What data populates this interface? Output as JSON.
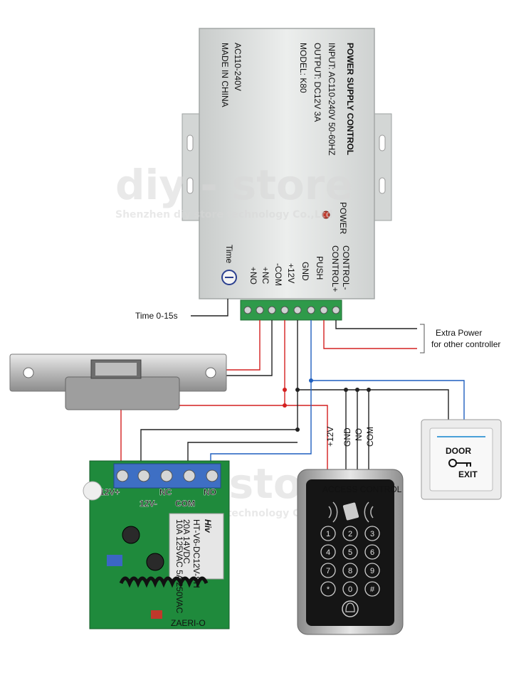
{
  "power_supply": {
    "title": "POWER SUPPLY CONTROL",
    "input": "INPUT: AC110-240V 50-60HZ",
    "output": "OUTPUT: DC12V 3A",
    "model": "MODEL: K80",
    "ac": "AC110-240V",
    "made_in": "MADE IN CHINA",
    "power_led": "POWER",
    "time_knob": "Time",
    "terminals": [
      "CONTROL-",
      "CONTROL+",
      "PUSH",
      "GND",
      "+12V",
      "-COM",
      "+NC",
      "+NO"
    ]
  },
  "labels": {
    "time_range": "Time 0-15s",
    "extra_power_1": "Extra Power",
    "extra_power_2": "for other controller",
    "wire_12v": "+12V",
    "wire_gnd": "GND",
    "wire_no": "NO",
    "wire_com": "COM"
  },
  "relay_board": {
    "terminals": [
      "12V+",
      "12V-",
      "NC",
      "COM",
      "NO"
    ],
    "brand": "Hiv",
    "relay_model": "HT-V6-DC12V-SH",
    "relay_rating_1": "20A 14VDC",
    "relay_rating_2": "10A 125VAC 5A 250VAC",
    "chip_label": "ZAERI-O"
  },
  "keypad": {
    "title": "ACCESS CONTROL",
    "keys": [
      "1",
      "2",
      "3",
      "4",
      "5",
      "6",
      "7",
      "8",
      "9",
      "*",
      "0",
      "#"
    ]
  },
  "exit_button": {
    "line1": "DOOR",
    "line2": "EXIT"
  },
  "watermark": {
    "brand": "diy - store",
    "company": "Shenzhen diy store technology Co.,Ltd"
  },
  "colors": {
    "red_wire": "#d42020",
    "black_wire": "#222222",
    "blue_wire": "#1f5fbf",
    "terminal_green": "#2f9a4a",
    "box_grey": "#e2e4e3",
    "board_green": "#1f8a3c"
  }
}
